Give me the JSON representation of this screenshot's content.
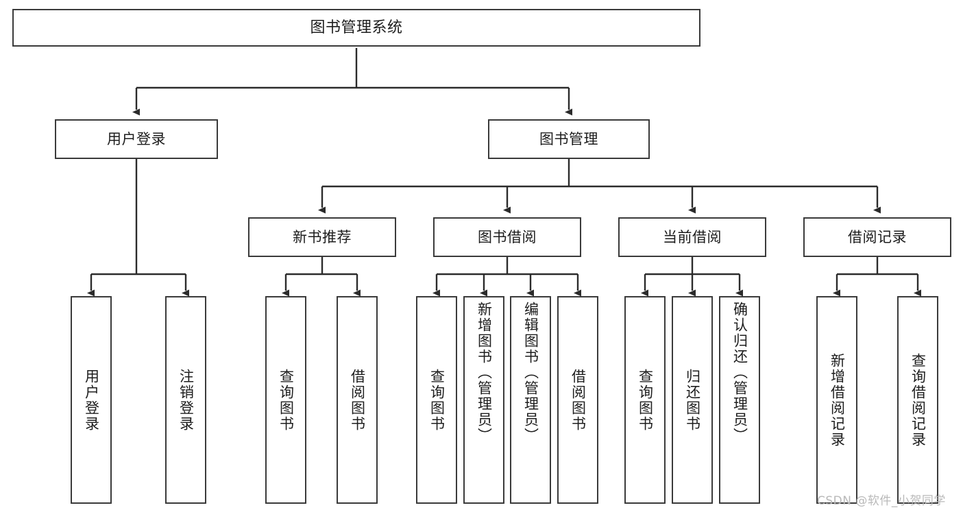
{
  "diagram": {
    "title": "图书管理系统",
    "type": "tree-hierarchy-chart",
    "stroke_color": "#3a3a3a",
    "fill_color": "#ffffff",
    "text_color": "#1d1d1d"
  },
  "nodes": {
    "root": {
      "label": "图书管理系统"
    },
    "level2": [
      {
        "id": "user-login",
        "label": "用户登录"
      },
      {
        "id": "book-manage",
        "label": "图书管理"
      }
    ],
    "level3": [
      {
        "id": "new-book-recommend",
        "label": "新书推荐"
      },
      {
        "id": "book-borrow",
        "label": "图书借阅"
      },
      {
        "id": "current-borrow",
        "label": "当前借阅"
      },
      {
        "id": "borrow-record",
        "label": "借阅记录"
      }
    ],
    "leaves": {
      "user-login": [
        {
          "id": "leaf-user-login",
          "label": "用户登录"
        },
        {
          "id": "leaf-user-logout",
          "label": "注销登录"
        }
      ],
      "new-book-recommend": [
        {
          "id": "leaf-query-book-1",
          "label": "查询图书"
        },
        {
          "id": "leaf-borrow-book-1",
          "label": "借阅图书"
        }
      ],
      "book-borrow": [
        {
          "id": "leaf-query-book-2",
          "label": "查询图书"
        },
        {
          "id": "leaf-add-book",
          "label": "新增图书（管理员）"
        },
        {
          "id": "leaf-edit-book",
          "label": "编辑图书（管理员）"
        },
        {
          "id": "leaf-borrow-book-2",
          "label": "借阅图书"
        }
      ],
      "current-borrow": [
        {
          "id": "leaf-query-book-3",
          "label": "查询图书"
        },
        {
          "id": "leaf-return-book",
          "label": "归还图书"
        },
        {
          "id": "leaf-confirm-return",
          "label": "确认归还（管理员）"
        }
      ],
      "borrow-record": [
        {
          "id": "leaf-add-record",
          "label": "新增借阅记录"
        },
        {
          "id": "leaf-query-record",
          "label": "查询借阅记录"
        }
      ]
    }
  },
  "watermark": {
    "text": "CSDN @软件_小贺同学"
  }
}
